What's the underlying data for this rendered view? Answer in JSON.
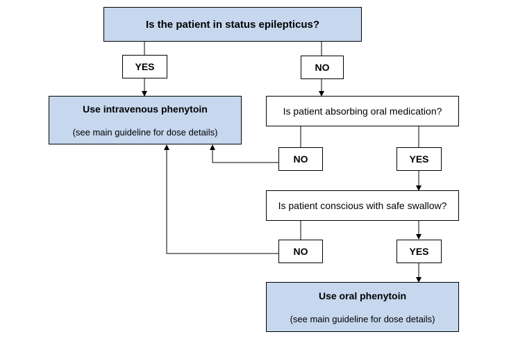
{
  "nodes": {
    "status_question": "Is the patient in status epilepticus?",
    "yes_1": "YES",
    "no_1": "NO",
    "iv_title": "Use intravenous phenytoin",
    "iv_note": "(see main guideline for dose details)",
    "oral_absorb_question": "Is patient absorbing oral medication?",
    "no_2": "NO",
    "yes_2": "YES",
    "swallow_question": "Is patient conscious with safe swallow?",
    "no_3": "NO",
    "yes_3": "YES",
    "oral_title": "Use oral phenytoin",
    "oral_note": "(see main guideline for dose details)"
  },
  "colors": {
    "action_fill": "#c6d7ee",
    "border": "#000000"
  }
}
